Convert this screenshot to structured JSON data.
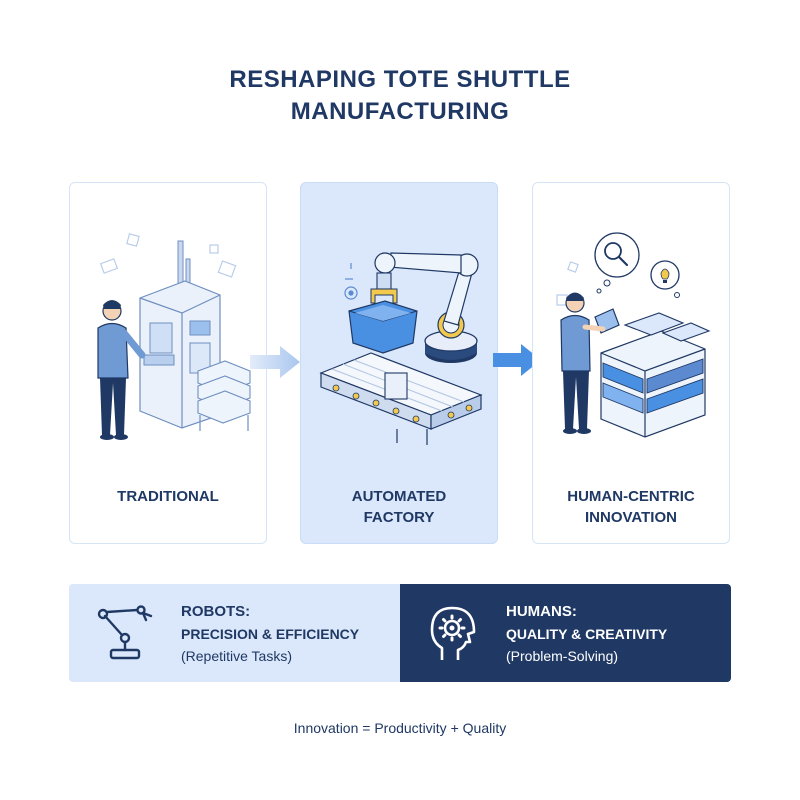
{
  "title_line1": "RESHAPING TOTE SHUTTLE",
  "title_line2": "MANUFACTURING",
  "stages": [
    {
      "label_line1": "TRADITIONAL",
      "label_line2": ""
    },
    {
      "label_line1": "AUTOMATED",
      "label_line2": "FACTORY"
    },
    {
      "label_line1": "HUMAN-CENTRIC",
      "label_line2": "INNOVATION"
    }
  ],
  "robots": {
    "heading": "ROBOTS:",
    "subheading": "PRECISION & EFFICIENCY",
    "note": "(Repetitive Tasks)",
    "icon": "robot-arm-icon"
  },
  "humans": {
    "heading": "HUMANS:",
    "subheading": "QUALITY & CREATIVITY",
    "note": "(Problem-Solving)",
    "icon": "head-gear-icon"
  },
  "formula": "Innovation = Productivity + Quality",
  "colors": {
    "navy": "#1f3864",
    "light_blue": "#dbe8fb",
    "accent_blue": "#4a90e2",
    "yellow": "#f2c94c"
  }
}
